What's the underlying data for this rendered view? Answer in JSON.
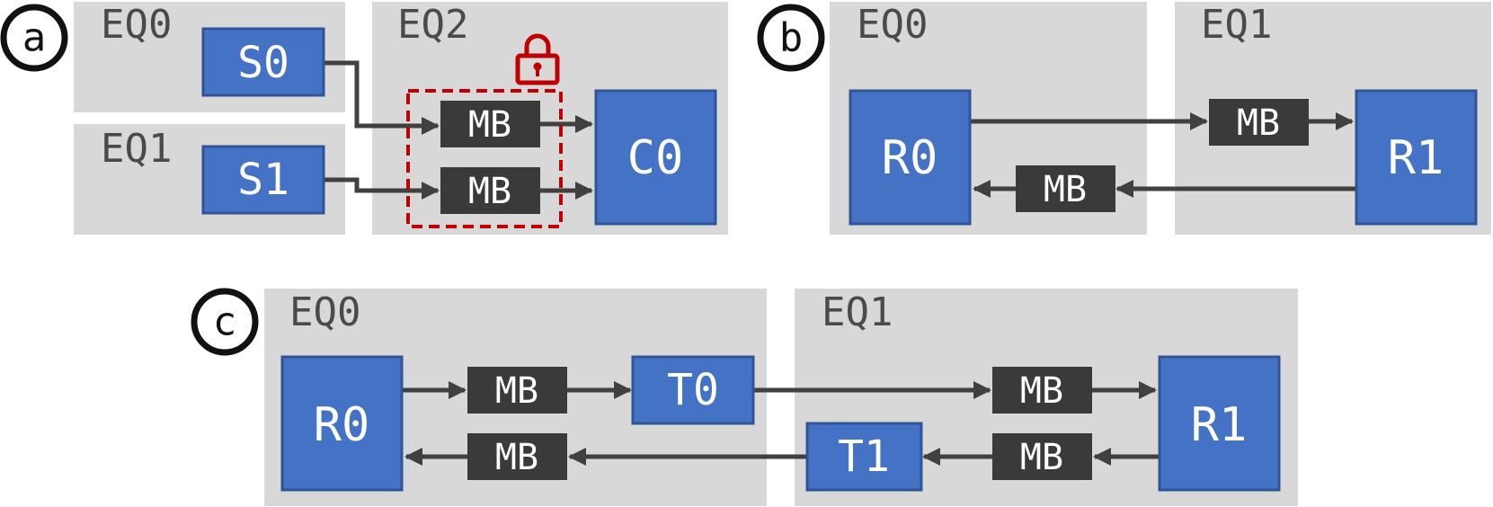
{
  "panels": {
    "a": {
      "label": "a",
      "regions": {
        "eq0": "EQ0",
        "eq1": "EQ1",
        "eq2": "EQ2"
      },
      "nodes": {
        "s0": "S0",
        "s1": "S1",
        "c0": "C0"
      },
      "buffers": {
        "mb_top": "MB",
        "mb_bottom": "MB"
      },
      "lock_icon": "padlock-icon",
      "lock_color": "#c00000"
    },
    "b": {
      "label": "b",
      "regions": {
        "eq0": "EQ0",
        "eq1": "EQ1"
      },
      "nodes": {
        "r0": "R0",
        "r1": "R1"
      },
      "buffers": {
        "mb_forward": "MB",
        "mb_back": "MB"
      }
    },
    "c": {
      "label": "c",
      "regions": {
        "eq0": "EQ0",
        "eq1": "EQ1"
      },
      "nodes": {
        "r0": "R0",
        "t0": "T0",
        "r1": "R1",
        "t1": "T1"
      },
      "buffers": {
        "mb_r0_t0": "MB",
        "mb_t0_r1": "MB",
        "mb_r1_t1": "MB",
        "mb_t1_r0": "MB"
      }
    }
  },
  "colors": {
    "region": "#d8d8d8",
    "node": "#4472c4",
    "buffer": "#3a3a3a",
    "edge": "#404040",
    "lock": "#c00000"
  }
}
